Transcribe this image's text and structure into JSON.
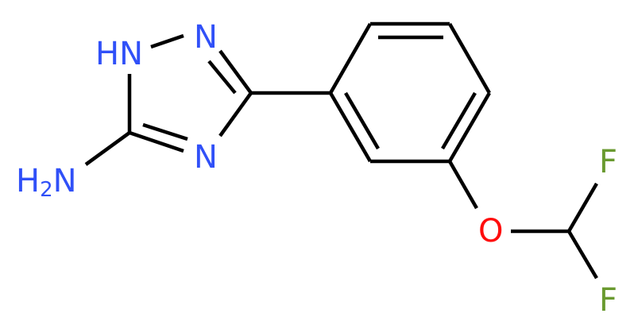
{
  "diagram": {
    "type": "chemical-structure",
    "name": "3-[3-(difluoromethoxy)phenyl]-1H-1,2,4-triazol-5-amine",
    "colors": {
      "bond": "#000000",
      "nitrogen": "#3050F8",
      "oxygen": "#FF0D0D",
      "fluorine": "#6A9A30",
      "background": "#FFFFFF"
    },
    "atoms": {
      "nh2": {
        "main": "H",
        "sub": "2",
        "tail": "N"
      },
      "nh": {
        "label": "HN"
      },
      "n2": {
        "label": "N"
      },
      "n4": {
        "label": "N"
      },
      "o": {
        "label": "O"
      },
      "f1": {
        "label": "F"
      },
      "f2": {
        "label": "F"
      }
    }
  }
}
